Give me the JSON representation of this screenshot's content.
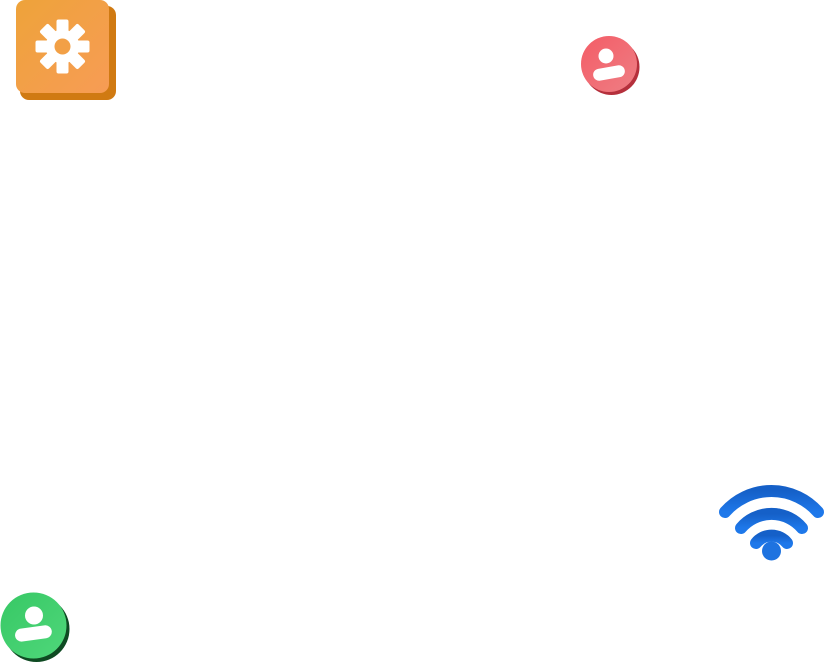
{
  "icons": [
    {
      "id": "settings-app",
      "name": "settings-gear-icon",
      "colors": {
        "face": "#F4A043",
        "shadow": "#D07A12",
        "glyph": "#FFFFFF"
      }
    },
    {
      "id": "user-red",
      "name": "user-avatar-icon",
      "colors": {
        "face": "#F0606A",
        "shadow": "#B5303C",
        "glyph": "#FFFFFF"
      }
    },
    {
      "id": "wifi",
      "name": "wifi-signal-icon",
      "colors": {
        "arc": "#1767D6",
        "dot": "#1767D6"
      }
    },
    {
      "id": "user-green",
      "name": "user-avatar-icon",
      "colors": {
        "face": "#3CCB6A",
        "shadow": "#0E4A22",
        "glyph": "#FFFFFF"
      }
    }
  ]
}
